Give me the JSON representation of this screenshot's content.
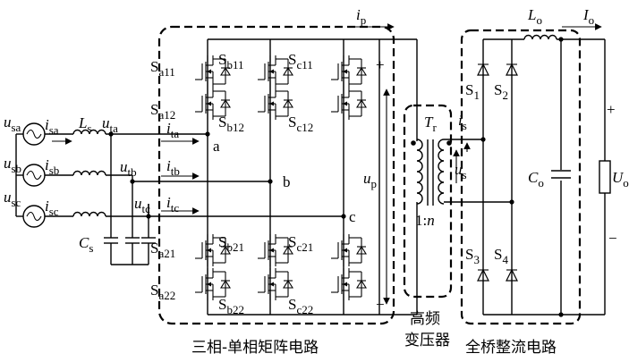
{
  "sources": [
    {
      "id": "a",
      "voltage_label": "u",
      "voltage_sub": "sa",
      "current_label": "i",
      "current_sub": "sa",
      "node_label": "u",
      "node_sub": "ta",
      "branch_current": "i",
      "branch_current_sub": "ta",
      "node": "a"
    },
    {
      "id": "b",
      "voltage_label": "u",
      "voltage_sub": "sb",
      "current_label": "i",
      "current_sub": "sb",
      "node_label": "u",
      "node_sub": "tb",
      "branch_current": "i",
      "branch_current_sub": "tb",
      "node": "b"
    },
    {
      "id": "c",
      "voltage_label": "u",
      "voltage_sub": "sc",
      "current_label": "i",
      "current_sub": "sc",
      "node_label": "u",
      "node_sub": "tc",
      "branch_current": "i",
      "branch_current_sub": "tc",
      "node": "c"
    }
  ],
  "inductor_ls": {
    "label": "L",
    "sub": "s"
  },
  "capacitor_cs": {
    "label": "C",
    "sub": "s"
  },
  "switches_upper": [
    {
      "label": "S",
      "sub": "a11"
    },
    {
      "label": "S",
      "sub": "a12"
    },
    {
      "label": "S",
      "sub": "b11"
    },
    {
      "label": "S",
      "sub": "b12"
    },
    {
      "label": "S",
      "sub": "c11"
    },
    {
      "label": "S",
      "sub": "c12"
    }
  ],
  "switches_lower": [
    {
      "label": "S",
      "sub": "a21"
    },
    {
      "label": "S",
      "sub": "a22"
    },
    {
      "label": "S",
      "sub": "b21"
    },
    {
      "label": "S",
      "sub": "b22"
    },
    {
      "label": "S",
      "sub": "c21"
    },
    {
      "label": "S",
      "sub": "c22"
    }
  ],
  "primary": {
    "current": "i",
    "current_sub": "p",
    "voltage": "u",
    "voltage_sub": "p",
    "plus": "+",
    "minus": "−"
  },
  "transformer": {
    "label": "T",
    "sub": "r",
    "ratio_left": "1:",
    "ratio_right": "n"
  },
  "secondary": {
    "current": "i",
    "current_sub": "s",
    "voltage": "u",
    "voltage_sub": "s"
  },
  "rectifier_diodes": [
    {
      "label": "S",
      "sub": "1"
    },
    {
      "label": "S",
      "sub": "2"
    },
    {
      "label": "S",
      "sub": "3"
    },
    {
      "label": "S",
      "sub": "4"
    }
  ],
  "output": {
    "inductor": {
      "label": "L",
      "sub": "o"
    },
    "current": {
      "label": "I",
      "sub": "o"
    },
    "capacitor": {
      "label": "C",
      "sub": "o"
    },
    "voltage": {
      "label": "U",
      "sub": "o"
    },
    "plus": "+",
    "minus": "−"
  },
  "section_labels": {
    "matrix": "三相-单相矩阵电路",
    "transformer_line1": "高频",
    "transformer_line2": "变压器",
    "rectifier": "全桥整流电路"
  }
}
